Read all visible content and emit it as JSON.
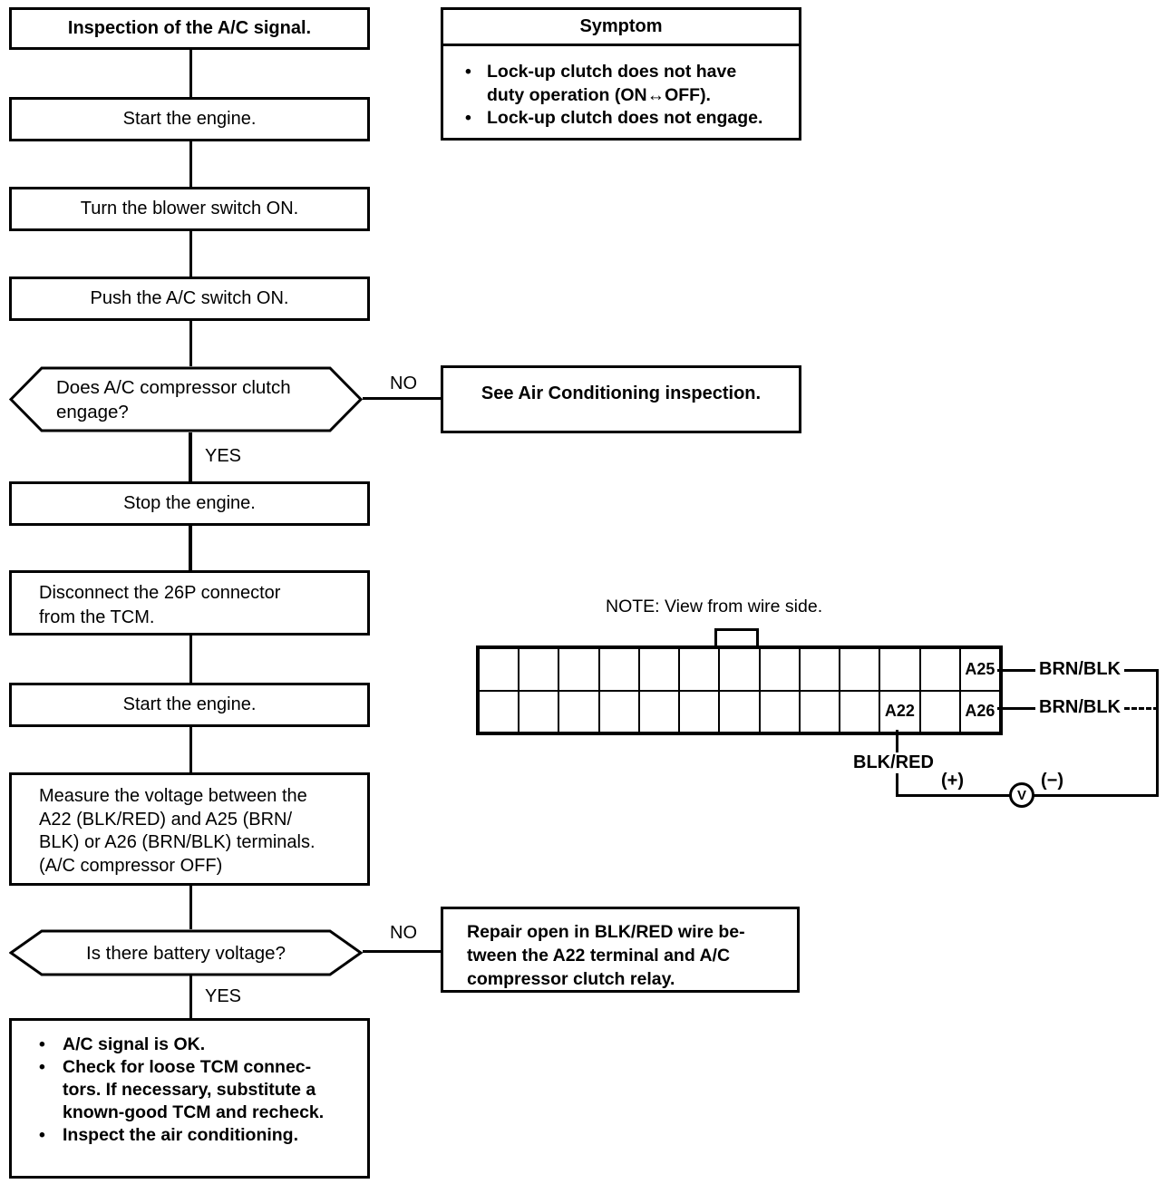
{
  "ui": {
    "bullet": "•"
  },
  "flow": {
    "no_label": "NO",
    "yes_label": "YES",
    "steps": {
      "inspection": "Inspection of the A/C signal.",
      "start_engine_1": "Start the engine.",
      "blower_switch": "Turn the blower switch ON.",
      "ac_switch": "Push the A/C switch ON.",
      "stop_engine": "Stop the engine.",
      "disconnect_lines": [
        "Disconnect the 26P connector",
        "from the TCM."
      ],
      "start_engine_2": "Start the engine.",
      "measure_lines": [
        "Measure the voltage between the",
        "A22 (BLK/RED) and A25 (BRN/",
        "BLK) or A26 (BRN/BLK) terminals.",
        "(A/C compressor OFF)"
      ]
    },
    "decisions": {
      "compressor_lines": [
        "Does A/C compressor clutch",
        "engage?"
      ],
      "battery": "Is there battery voltage?"
    },
    "results": {
      "see_ac": "See Air Conditioning inspection.",
      "repair_lines": [
        "Repair open in BLK/RED wire be-",
        "tween the A22 terminal and A/C",
        "compressor clutch relay."
      ],
      "final_bullets": [
        {
          "lines": [
            "A/C signal is OK."
          ]
        },
        {
          "lines": [
            "Check for loose TCM connec-",
            "tors. If necessary, substitute a",
            "known-good TCM and recheck."
          ]
        },
        {
          "lines": [
            "Inspect the air conditioning."
          ]
        }
      ]
    }
  },
  "symptom": {
    "title": "Symptom",
    "bullets": [
      {
        "lines": [
          "Lock-up clutch does not have",
          "duty operation (ON↔OFF)."
        ]
      },
      {
        "lines": [
          "Lock-up clutch does not engage."
        ]
      }
    ]
  },
  "connector": {
    "note": "NOTE: View from wire side.",
    "pins": {
      "a25": "A25",
      "a22": "A22",
      "a26": "A26"
    },
    "wires": {
      "brn_blk_top": "BRN/BLK",
      "brn_blk_bottom": "BRN/BLK",
      "blk_red": "BLK/RED"
    },
    "meter": {
      "plus": "(+)",
      "minus": "(−)",
      "symbol": "V"
    }
  },
  "colors": {
    "ink": "#000000",
    "paper": "#ffffff"
  }
}
